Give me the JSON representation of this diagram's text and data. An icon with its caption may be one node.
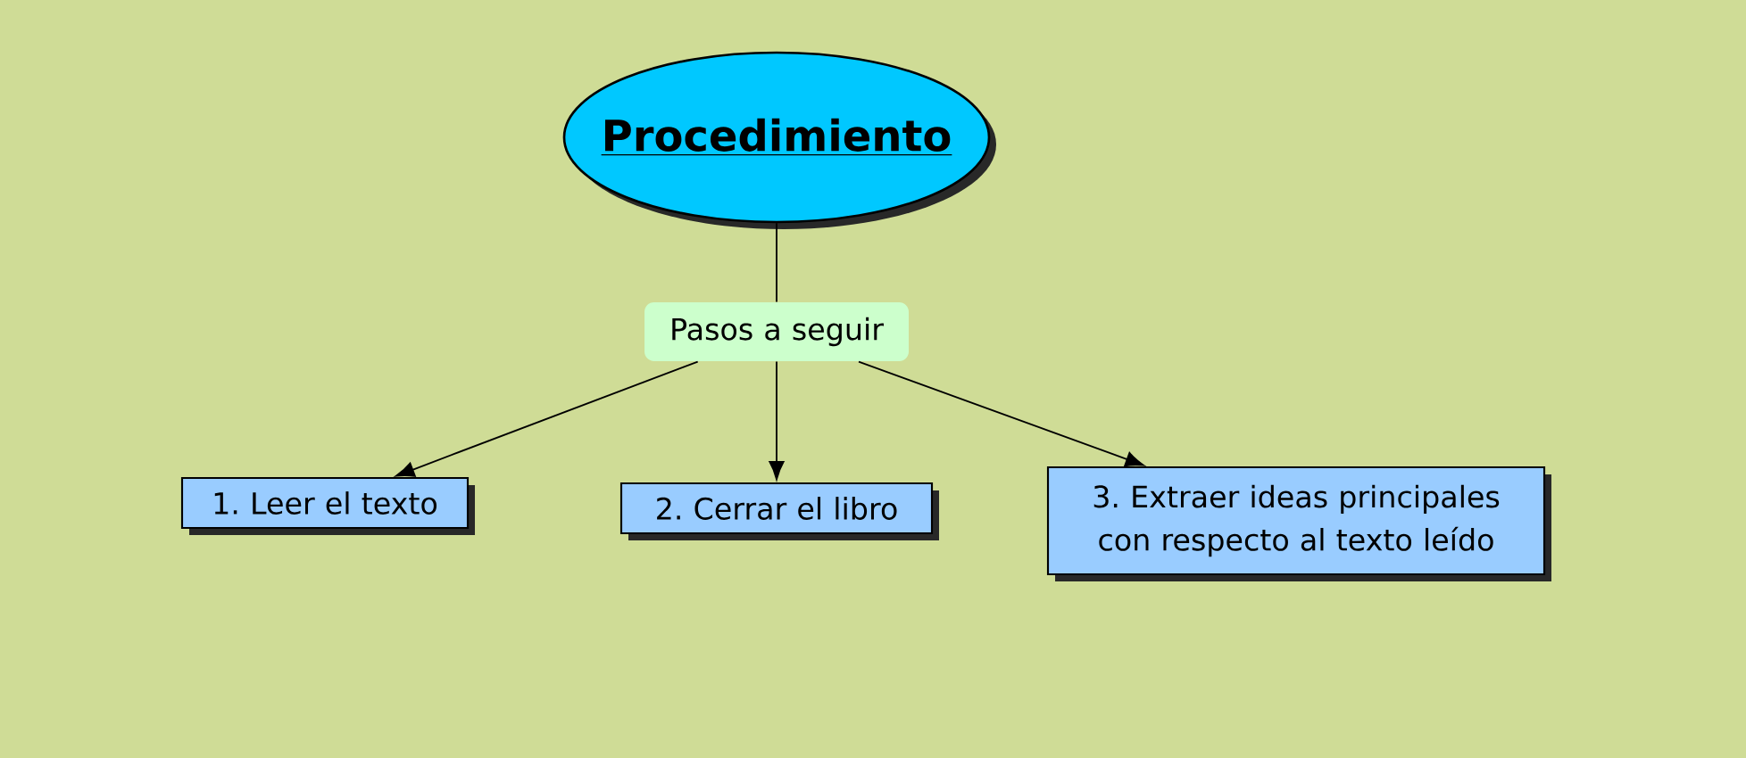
{
  "diagram": {
    "nodes": [
      {
        "text": [
          "Procedimiento"
        ]
      },
      {
        "text": [
          "Pasos a seguir"
        ]
      },
      {
        "text": [
          "1. Leer el texto"
        ]
      },
      {
        "text": [
          "2. Cerrar el libro"
        ]
      },
      {
        "text": [
          "3. Extraer ideas principales con respecto al texto leído"
        ]
      }
    ],
    "edges": [
      {
        "from": 0,
        "to": 1,
        "arrow": "none"
      },
      {
        "from": 1,
        "to": 2,
        "arrow": "to"
      },
      {
        "from": 1,
        "to": 3,
        "arrow": "to"
      },
      {
        "from": 1,
        "to": 4,
        "arrow": "to"
      }
    ]
  }
}
